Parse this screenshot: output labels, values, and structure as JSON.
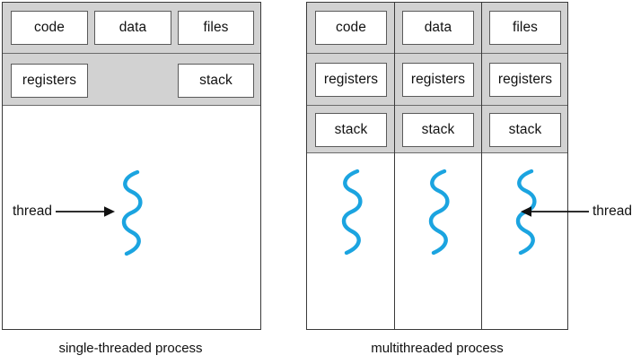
{
  "figure": {
    "accent_thread_color": "#1BA4E0",
    "panel_border_color": "#3a3a3a",
    "band_background_color": "#d2d2d2",
    "box_border_color": "#5a5a5a",
    "box_background_color": "#ffffff"
  },
  "single_threaded": {
    "caption": "single-threaded process",
    "resource_row": [
      {
        "label": "code"
      },
      {
        "label": "data"
      },
      {
        "label": "files"
      }
    ],
    "thread_row": [
      {
        "label": "registers"
      },
      {
        "label": "stack"
      }
    ],
    "thread_count": 1,
    "annotation": {
      "label": "thread",
      "arrow_direction": "right"
    }
  },
  "multithreaded": {
    "caption": "multithreaded process",
    "resource_row": [
      {
        "label": "code"
      },
      {
        "label": "data"
      },
      {
        "label": "files"
      }
    ],
    "registers_row": [
      {
        "label": "registers"
      },
      {
        "label": "registers"
      },
      {
        "label": "registers"
      }
    ],
    "stack_row": [
      {
        "label": "stack"
      },
      {
        "label": "stack"
      },
      {
        "label": "stack"
      }
    ],
    "thread_count": 3,
    "annotation": {
      "label": "thread",
      "arrow_direction": "left"
    }
  }
}
